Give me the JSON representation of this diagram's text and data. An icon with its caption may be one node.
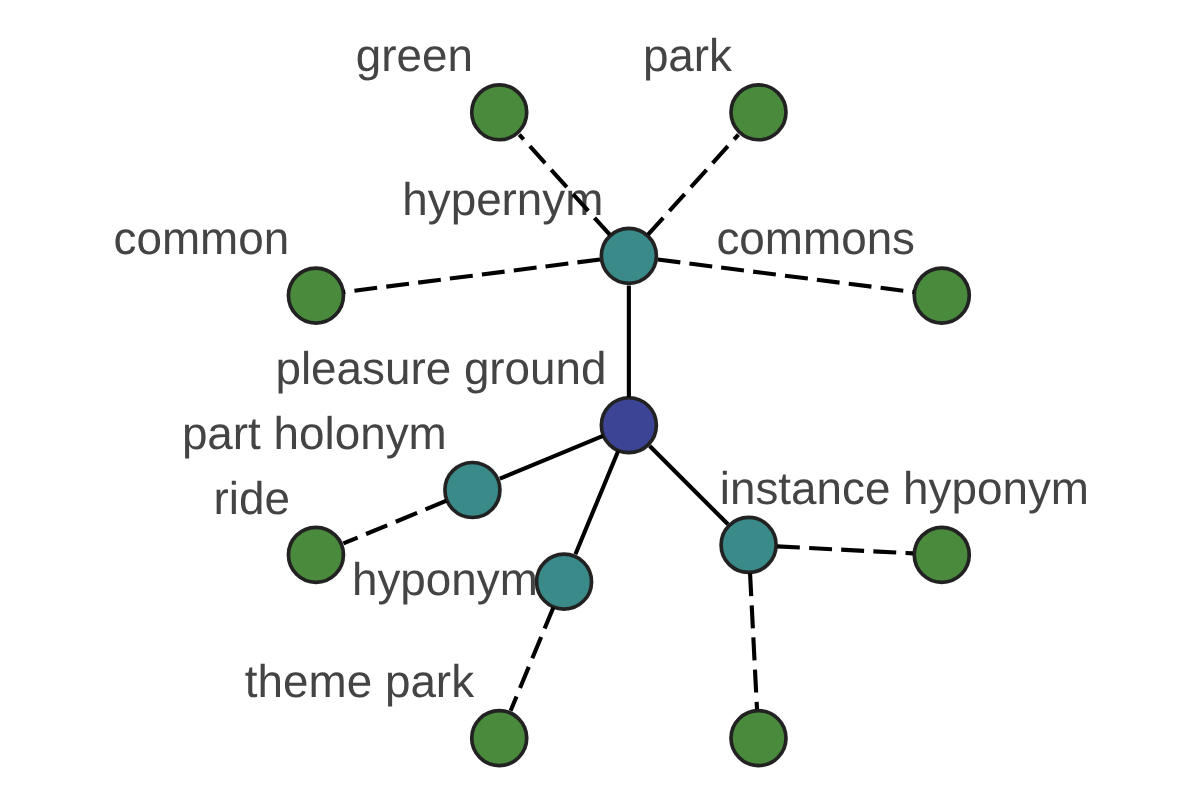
{
  "diagram": {
    "nodes": [
      {
        "text": [
          "commons"
        ]
      },
      {
        "text": [
          "park"
        ]
      },
      {
        "text": [
          "ride"
        ]
      },
      {
        "text": [
          "green"
        ]
      },
      {
        "text": [
          "hypernym"
        ]
      },
      {
        "text": [
          "part holonym"
        ]
      },
      {
        "text": [
          "common"
        ]
      },
      {
        "text": [
          "theme park"
        ]
      },
      {
        "text": [
          "pleasure ground"
        ]
      },
      {
        "text": [
          "hyponym"
        ]
      },
      {
        "text": [],
        "shape": "circle"
      },
      {
        "text": [
          "instance hyponym"
        ]
      },
      {
        "text": [],
        "shape": "circle"
      }
    ],
    "edges": [
      {
        "from": 8,
        "to": 5,
        "arrow": "none"
      },
      {
        "from": 8,
        "to": 4,
        "arrow": "none"
      },
      {
        "from": 8,
        "to": 9,
        "arrow": "none"
      },
      {
        "from": 8,
        "to": 11,
        "arrow": "none"
      },
      {
        "from": 5,
        "to": 2,
        "arrow": "none",
        "style": "dashed"
      },
      {
        "from": 4,
        "to": 1,
        "arrow": "none",
        "style": "dashed"
      },
      {
        "from": 4,
        "to": 0,
        "arrow": "none",
        "style": "dashed"
      },
      {
        "from": 4,
        "to": 3,
        "arrow": "none",
        "style": "dashed"
      },
      {
        "from": 4,
        "to": 6,
        "arrow": "none",
        "style": "dashed"
      },
      {
        "from": 9,
        "to": 7,
        "arrow": "none",
        "style": "dashed"
      },
      {
        "from": 11,
        "to": 10,
        "arrow": "none",
        "style": "dashed"
      },
      {
        "from": 11,
        "to": 12,
        "arrow": "none",
        "style": "dashed"
      }
    ]
  }
}
